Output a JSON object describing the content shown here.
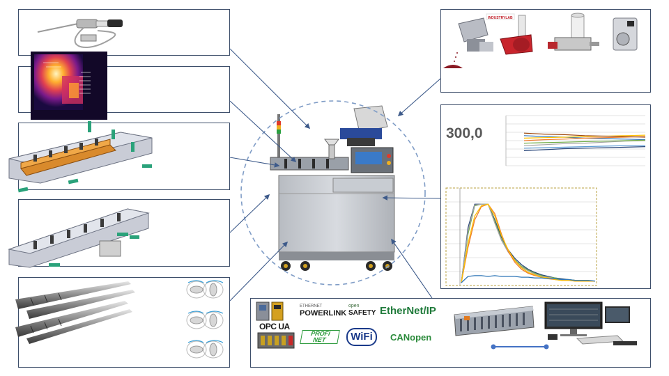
{
  "readout": {
    "value": "300,0"
  },
  "protocols": {
    "opc_ua": "OPC UA",
    "powerlink_top": "ETHERNET",
    "powerlink": "POWERLINK",
    "safety_top": "open",
    "safety": "SAFETY",
    "ethernet_ip": "EtherNet/IP",
    "profinet_top": "PROFI",
    "profinet_bottom": "NET",
    "wifi": "WiFi",
    "canopen": "CANopen"
  },
  "brand": {
    "label": "INDUSTRYLAB"
  },
  "colors": {
    "panel_border": "#3d4e6a",
    "dashed_circle": "#7f9cc6",
    "arrow": "#3d5a8a",
    "connector": "#4472c4"
  },
  "chart_data": [
    {
      "type": "line",
      "title": "",
      "xlabel": "",
      "ylabel": "",
      "grid": true,
      "series": [
        {
          "color": "#2e75b6",
          "values": [
            0.6,
            0.58,
            0.57,
            0.55,
            0.54,
            0.53,
            0.52
          ]
        },
        {
          "color": "#ed7d31",
          "values": [
            0.5,
            0.52,
            0.53,
            0.55,
            0.56,
            0.57,
            0.58
          ]
        },
        {
          "color": "#a5a5a5",
          "values": [
            0.4,
            0.42,
            0.44,
            0.45,
            0.47,
            0.49,
            0.5
          ]
        },
        {
          "color": "#ffc000",
          "values": [
            0.55,
            0.56,
            0.57,
            0.58,
            0.59,
            0.6,
            0.61
          ]
        },
        {
          "color": "#5b9bd5",
          "values": [
            0.35,
            0.36,
            0.37,
            0.38,
            0.39,
            0.4,
            0.4
          ]
        },
        {
          "color": "#70ad47",
          "values": [
            0.45,
            0.46,
            0.47,
            0.48,
            0.49,
            0.5,
            0.51
          ]
        },
        {
          "color": "#264478",
          "values": [
            0.3,
            0.32,
            0.34,
            0.35,
            0.36,
            0.37,
            0.38
          ]
        },
        {
          "color": "#9e480e",
          "values": [
            0.65,
            0.63,
            0.62,
            0.6,
            0.59,
            0.58,
            0.57
          ]
        }
      ],
      "ylim": [
        0,
        1
      ]
    },
    {
      "type": "line",
      "title": "",
      "xlabel": "",
      "ylabel": "",
      "grid": true,
      "x": [
        0,
        1,
        2,
        3,
        4,
        5,
        6,
        7,
        8,
        9,
        10,
        11,
        12,
        13,
        14,
        15,
        16,
        17,
        18,
        19,
        20
      ],
      "series": [
        {
          "color": "#264478",
          "values": [
            0,
            70,
            100,
            100,
            100,
            80,
            58,
            42,
            31,
            23,
            17,
            13,
            10,
            8,
            6,
            5,
            4,
            3,
            3,
            2,
            2
          ]
        },
        {
          "color": "#70ad47",
          "values": [
            0,
            62,
            98,
            100,
            100,
            78,
            55,
            40,
            29,
            21,
            16,
            12,
            9,
            7,
            6,
            4,
            4,
            3,
            2,
            2,
            2
          ]
        },
        {
          "color": "#a5a5a5",
          "values": [
            0,
            66,
            99,
            100,
            100,
            76,
            54,
            39,
            28,
            20,
            15,
            11,
            8,
            7,
            5,
            4,
            3,
            3,
            2,
            2,
            2
          ]
        },
        {
          "color": "#ed7d31",
          "values": [
            0,
            45,
            80,
            97,
            100,
            88,
            62,
            40,
            26,
            17,
            12,
            9,
            7,
            5,
            4,
            3,
            3,
            2,
            2,
            2,
            2
          ]
        },
        {
          "color": "#ffc000",
          "values": [
            0,
            50,
            85,
            98,
            100,
            85,
            60,
            42,
            28,
            19,
            13,
            10,
            7,
            6,
            4,
            3,
            3,
            2,
            2,
            2,
            2
          ]
        },
        {
          "color": "#2e75b6",
          "values": [
            0,
            8,
            9,
            9,
            8,
            9,
            8,
            8,
            8,
            7,
            7,
            6,
            6,
            5,
            5,
            4,
            4,
            3,
            3,
            3,
            2
          ]
        }
      ],
      "ylim": [
        0,
        110
      ]
    }
  ]
}
